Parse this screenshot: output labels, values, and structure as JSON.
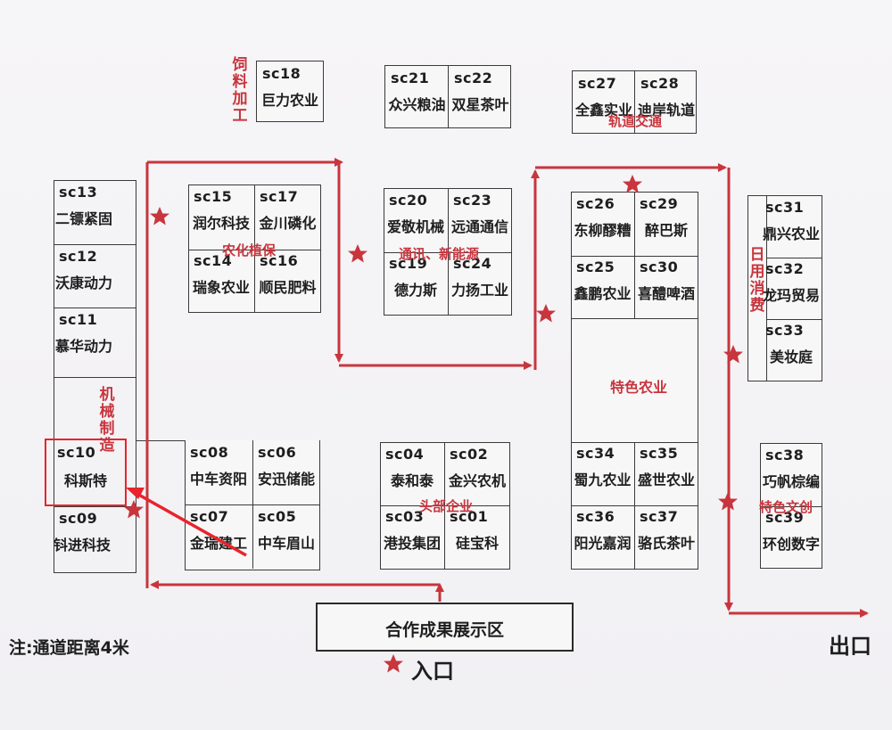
{
  "booths": {
    "sc18": {
      "code": "sc18",
      "name": "巨力农业"
    },
    "sc21": {
      "code": "sc21",
      "name": "众兴粮油"
    },
    "sc22": {
      "code": "sc22",
      "name": "双星茶叶"
    },
    "sc27": {
      "code": "sc27",
      "name": "全鑫实业"
    },
    "sc28": {
      "code": "sc28",
      "name": "迪岸轨道"
    },
    "sc13": {
      "code": "sc13",
      "name": "二镖紧固"
    },
    "sc12": {
      "code": "sc12",
      "name": "沃康动力"
    },
    "sc11": {
      "code": "sc11",
      "name": "慕华动力"
    },
    "sc10": {
      "code": "sc10",
      "name": "科斯特"
    },
    "sc09": {
      "code": "sc09",
      "name": "钭进科技"
    },
    "sc15": {
      "code": "sc15",
      "name": "润尔科技"
    },
    "sc17": {
      "code": "sc17",
      "name": "金川磷化"
    },
    "sc14": {
      "code": "sc14",
      "name": "瑞象农业"
    },
    "sc16": {
      "code": "sc16",
      "name": "顺民肥料"
    },
    "sc20": {
      "code": "sc20",
      "name": "爱敬机械"
    },
    "sc23": {
      "code": "sc23",
      "name": "远通通信"
    },
    "sc19": {
      "code": "sc19",
      "name": "德力斯"
    },
    "sc24": {
      "code": "sc24",
      "name": "力扬工业"
    },
    "sc26": {
      "code": "sc26",
      "name": "东柳醪糟"
    },
    "sc29": {
      "code": "sc29",
      "name": "醉巴斯"
    },
    "sc25": {
      "code": "sc25",
      "name": "鑫鹏农业"
    },
    "sc30": {
      "code": "sc30",
      "name": "喜醴啤酒"
    },
    "sc31": {
      "code": "sc31",
      "name": "鼎兴农业"
    },
    "sc32": {
      "code": "sc32",
      "name": "龙玛贸易"
    },
    "sc33": {
      "code": "sc33",
      "name": "美妆庭"
    },
    "sc08": {
      "code": "sc08",
      "name": "中车资阳"
    },
    "sc06": {
      "code": "sc06",
      "name": "安迅储能"
    },
    "sc07": {
      "code": "sc07",
      "name": "金瑞建工"
    },
    "sc05": {
      "code": "sc05",
      "name": "中车眉山"
    },
    "sc04": {
      "code": "sc04",
      "name": "泰和泰"
    },
    "sc02": {
      "code": "sc02",
      "name": "金兴农机"
    },
    "sc03": {
      "code": "sc03",
      "name": "港投集团"
    },
    "sc01": {
      "code": "sc01",
      "name": "硅宝科"
    },
    "sc34": {
      "code": "sc34",
      "name": "蜀九农业"
    },
    "sc35": {
      "code": "sc35",
      "name": "盛世农业"
    },
    "sc36": {
      "code": "sc36",
      "name": "阳光嘉润"
    },
    "sc37": {
      "code": "sc37",
      "name": "骆氏茶叶"
    },
    "sc38": {
      "code": "sc38",
      "name": "巧帆棕编"
    },
    "sc39": {
      "code": "sc39",
      "name": "环创数字"
    }
  },
  "zones": {
    "feed": "饲料加工",
    "rail": "轨道交通",
    "agrochem": "农化植保",
    "telecom": "通讯、新能源",
    "machinery": "机械制造",
    "consumer": "日用消费",
    "specialty_ag": "特色农业",
    "leading": "头部企业",
    "cultural": "特色文创"
  },
  "labels": {
    "showcase": "合作成果展示区",
    "entrance": "入口",
    "exit": "出口",
    "note": "注:通道距离4米"
  },
  "colors": {
    "route": "#c8353d",
    "highlight": "#e8242c",
    "border": "#3a3a3a"
  }
}
